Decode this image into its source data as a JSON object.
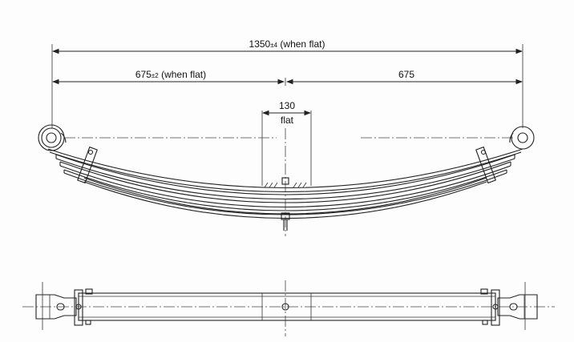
{
  "dimensions": {
    "overall": {
      "value": "1350",
      "tolerance": "±4",
      "note": "(when flat)"
    },
    "left_half": {
      "value": "675",
      "tolerance": "±2",
      "note": "(when flat)"
    },
    "right_half": {
      "value": "675"
    },
    "center_flat": {
      "value": "130",
      "note": "flat"
    }
  }
}
